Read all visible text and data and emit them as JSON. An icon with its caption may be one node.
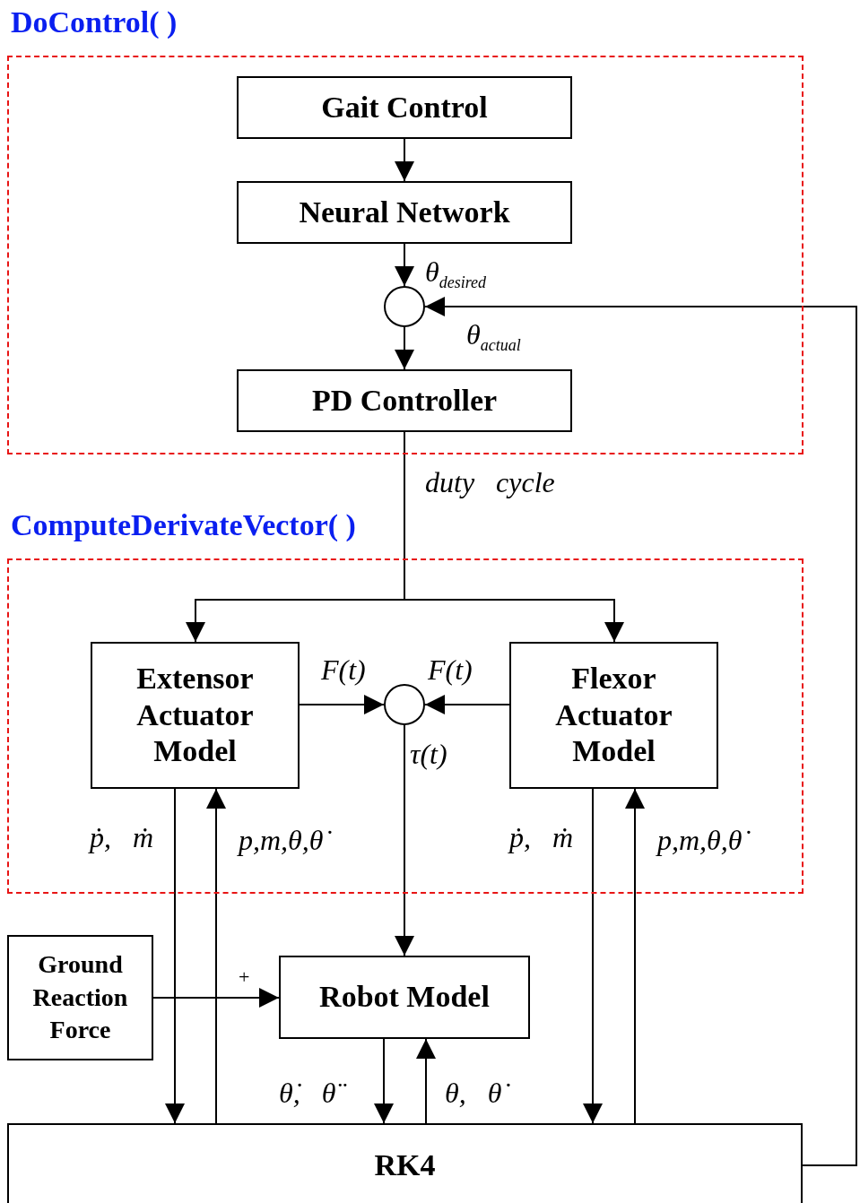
{
  "diagram": {
    "nodes": [
      {
        "text": [
          "DoControl( )"
        ]
      },
      {
        "text": [
          "Gait Control"
        ],
        "in": 0
      },
      {
        "text": [
          "Neural Network"
        ],
        "in": 0
      },
      {
        "text": [],
        "shape": "circle",
        "in": 0
      },
      {
        "text": [
          "PD Controller"
        ],
        "in": 0
      },
      {
        "text": [
          "ComputeDerivateVector( )"
        ]
      },
      {
        "text": [
          "Extensor Actuator Model"
        ],
        "in": 5
      },
      {
        "text": [],
        "shape": "circle",
        "in": 5
      },
      {
        "text": [
          "Flexor Actuator Model"
        ],
        "in": 5
      },
      {
        "text": [
          "Ground Reaction Force"
        ]
      },
      {
        "text": [
          "Robot Model"
        ]
      },
      {
        "text": [
          "RK4"
        ]
      }
    ],
    "edges": [
      {
        "from": 1,
        "to": 2,
        "arrow": "to"
      },
      {
        "from": 2,
        "to": 3,
        "arrow": "to",
        "label": "θ$_{desired}$"
      },
      {
        "from": 11,
        "to": 3,
        "arrow": "to",
        "label": "θ$_{actual}$"
      },
      {
        "from": 3,
        "to": 4,
        "arrow": "to"
      },
      {
        "from": 4,
        "to": 6,
        "arrow": "to",
        "label": "duty   cycle"
      },
      {
        "from": 4,
        "to": 8,
        "arrow": "to"
      },
      {
        "from": 6,
        "to": 7,
        "arrow": "to",
        "label": "F(t)"
      },
      {
        "from": 8,
        "to": 7,
        "arrow": "to",
        "label": "F(t)"
      },
      {
        "from": 7,
        "to": 10,
        "arrow": "to",
        "label": "τ(t)"
      },
      {
        "from": 6,
        "to": 11,
        "arrow": "to",
        "label": "ṗ,   ṁ"
      },
      {
        "from": 11,
        "to": 6,
        "arrow": "to",
        "label": "p,m,θ,θ̇"
      },
      {
        "from": 8,
        "to": 11,
        "arrow": "to",
        "label": "ṗ,   ṁ"
      },
      {
        "from": 11,
        "to": 8,
        "arrow": "to",
        "label": "p,m,θ,θ̇"
      },
      {
        "from": 9,
        "to": 10,
        "arrow": "to",
        "label": "+"
      },
      {
        "from": 10,
        "to": 11,
        "arrow": "to",
        "label": "θ̇,   θ̈"
      },
      {
        "from": 11,
        "to": 10,
        "arrow": "to",
        "label": "θ,   θ̇"
      }
    ]
  }
}
